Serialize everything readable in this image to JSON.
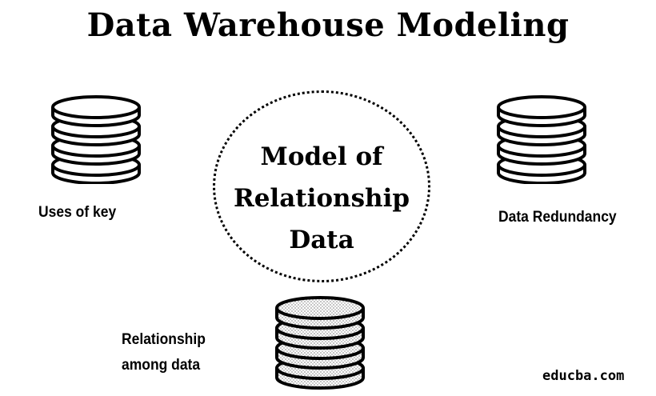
{
  "title": "Data Warehouse Modeling",
  "center": {
    "line1": "Model of",
    "line2": "Relationship",
    "line3": "Data"
  },
  "nodes": {
    "uses_of_key": "Uses of key",
    "data_redundancy": "Data Redundancy",
    "relationship_line1": "Relationship",
    "relationship_line2": "among data"
  },
  "brand": "educba.com"
}
